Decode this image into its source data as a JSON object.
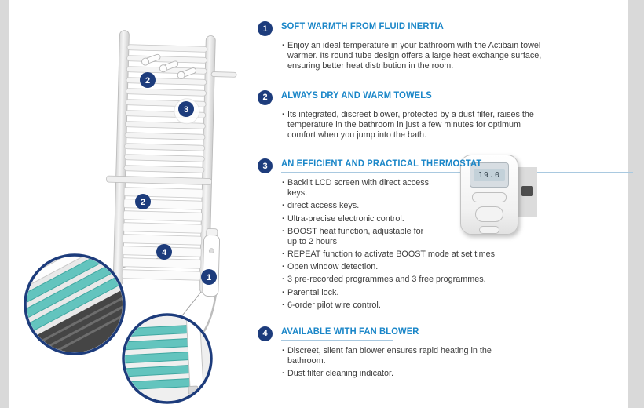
{
  "colors": {
    "heading_blue": "#1a86c8",
    "badge_navy": "#1d3c7c",
    "tube_teal": "#63c4be",
    "body_text": "#3c3c3c"
  },
  "sections": [
    {
      "number": "1",
      "title": "SOFT WARMTH FROM FLUID INERTIA",
      "bullets": [
        "Enjoy an ideal temperature in your bathroom with the Actibain towel warmer. Its round tube design offers a large heat exchange surface, ensuring better heat distribution in the room."
      ]
    },
    {
      "number": "2",
      "title": "ALWAYS DRY AND WARM TOWELS",
      "bullets": [
        "Its integrated, discreet blower, protected by a dust filter, raises the temperature in the bathroom in just a few minutes for optimum comfort when you jump into the bath."
      ]
    },
    {
      "number": "3",
      "title": "AN EFFICIENT AND PRACTICAL THERMOSTAT",
      "bullets": [
        "Backlit LCD screen with direct access keys.",
        "direct access keys.",
        "Ultra-precise electronic control.",
        "BOOST heat function, adjustable for up to 2 hours.",
        "REPEAT function to activate BOOST mode at set times.",
        "Open window detection.",
        "3 pre-recorded programmes and 3 free programmes.",
        "Parental lock.",
        "6-order pilot wire control."
      ]
    },
    {
      "number": "4",
      "title": "AVAILABLE WITH FAN BLOWER",
      "bullets": [
        "Discreet, silent fan blower ensures rapid heating in the bathroom.",
        "Dust filter cleaning indicator."
      ]
    }
  ],
  "thermostat": {
    "display_value": "19.0"
  },
  "diagram": {
    "callout_badges": [
      "2",
      "3",
      "2",
      "4",
      "1"
    ]
  }
}
